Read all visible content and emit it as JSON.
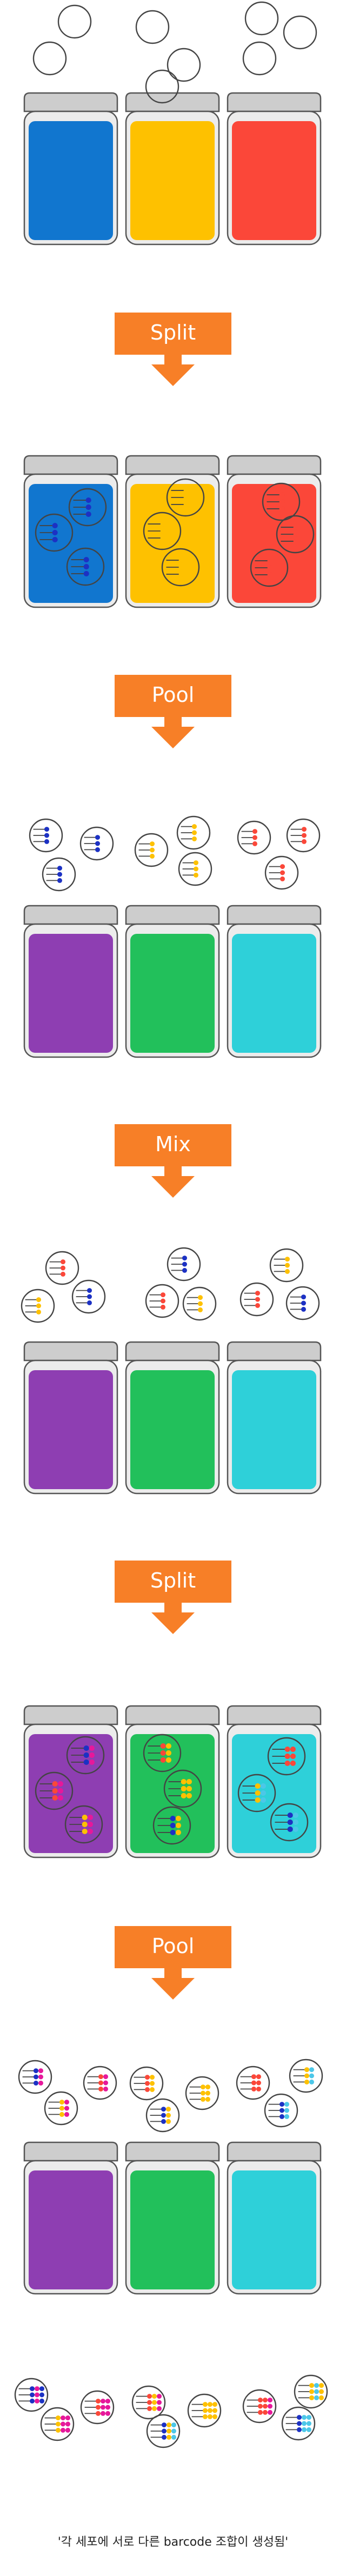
{
  "colors": {
    "blue": "#1176cf",
    "yellow": "#fec100",
    "red": "#fb4739",
    "purple": "#8e3eb2",
    "green": "#22c05b",
    "cyan": "#2ed0d9",
    "arrow": "#f77f27",
    "bar_magenta": "#e6189b",
    "bar_light_blue": "#4cc7e8",
    "bar_dark_blue": "#1c31c4",
    "jar_cap": "#cdcdcd",
    "jar_glass": "#ececec",
    "outline": "#555555"
  },
  "steps": [
    {
      "label": "Split"
    },
    {
      "label": "Pool"
    },
    {
      "label": "Mix"
    },
    {
      "label": "Split"
    },
    {
      "label": "Pool"
    }
  ],
  "stages": [
    {
      "liquids": [
        "blue",
        "yellow",
        "red"
      ],
      "cells": "empty"
    },
    {
      "liquids": [
        "blue",
        "yellow",
        "red"
      ],
      "cells": "inside-round1"
    },
    {
      "liquids": [
        "purple",
        "green",
        "cyan"
      ],
      "cells": "above-round1"
    },
    {
      "liquids": [
        "purple",
        "green",
        "cyan"
      ],
      "cells": "above-round1-mixed"
    },
    {
      "liquids": [
        "purple",
        "green",
        "cyan"
      ],
      "cells": "inside-round2"
    },
    {
      "liquids": [
        "purple",
        "green",
        "cyan"
      ],
      "cells": "above-round2"
    }
  ],
  "final_cells": "round3-barcoded",
  "caption": "'각 세포에 서로 다른 barcode 조합이 생성됨'"
}
